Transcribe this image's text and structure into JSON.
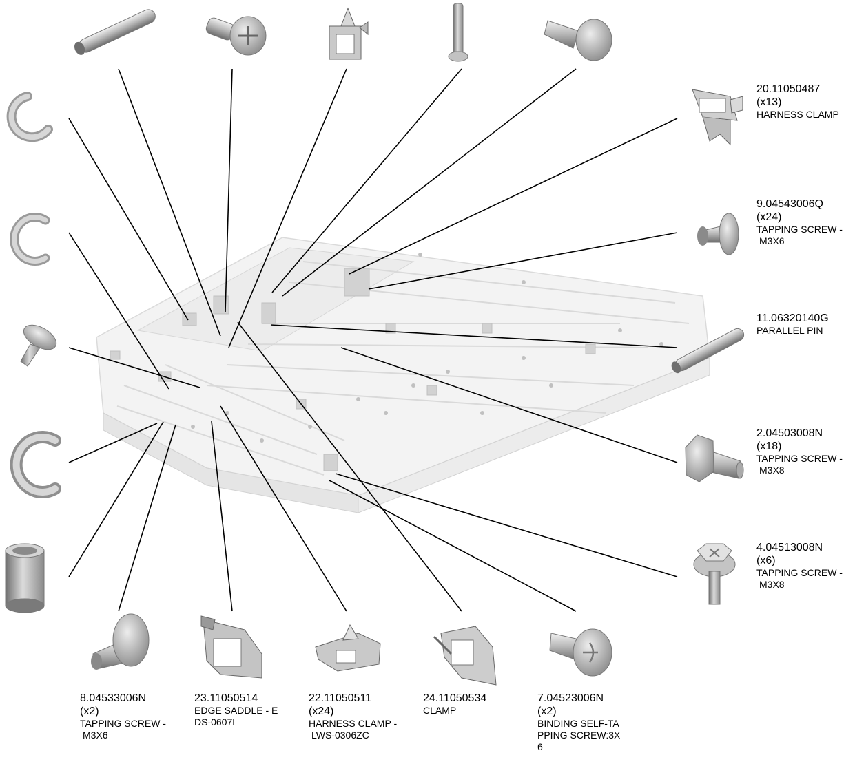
{
  "parts": [
    {
      "id": "p20",
      "part_number": "20.11050487",
      "qty": "(x13)",
      "desc": [
        "HARNESS CLAMP"
      ]
    },
    {
      "id": "p9",
      "part_number": "9.04543006Q",
      "qty": "(x24)",
      "desc": [
        "TAPPING SCREW -",
        "M3X6"
      ]
    },
    {
      "id": "p11",
      "part_number": "11.06320140G",
      "qty": "",
      "desc": [
        "PARALLEL PIN"
      ]
    },
    {
      "id": "p2",
      "part_number": "2.04503008N",
      "qty": "(x18)",
      "desc": [
        "TAPPING SCREW -",
        "M3X8"
      ]
    },
    {
      "id": "p4",
      "part_number": "4.04513008N",
      "qty": "(x6)",
      "desc": [
        "TAPPING SCREW -",
        "M3X8"
      ]
    },
    {
      "id": "p8",
      "part_number": "8.04533006N",
      "qty": "(x2)",
      "desc": [
        "TAPPING SCREW -",
        "M3X6"
      ]
    },
    {
      "id": "p23",
      "part_number": "23.11050514",
      "qty": "",
      "desc": [
        "EDGE SADDLE - E",
        "DS-0607L"
      ]
    },
    {
      "id": "p22",
      "part_number": "22.11050511",
      "qty": "(x24)",
      "desc": [
        "HARNESS CLAMP -",
        "LWS-0306ZC"
      ]
    },
    {
      "id": "p24",
      "part_number": "24.11050534",
      "qty": "",
      "desc": [
        "CLAMP"
      ]
    },
    {
      "id": "p7",
      "part_number": "7.04523006N",
      "qty": "(x2)",
      "desc": [
        "BINDING SELF-TA",
        "PPING SCREW:3X",
        "6"
      ]
    }
  ],
  "colors": {
    "line": "#000000",
    "part_fill": "#bdbdbd",
    "part_dark": "#7a7a7a",
    "part_light": "#e6e6e6",
    "assembly": "#e9e9e9"
  }
}
